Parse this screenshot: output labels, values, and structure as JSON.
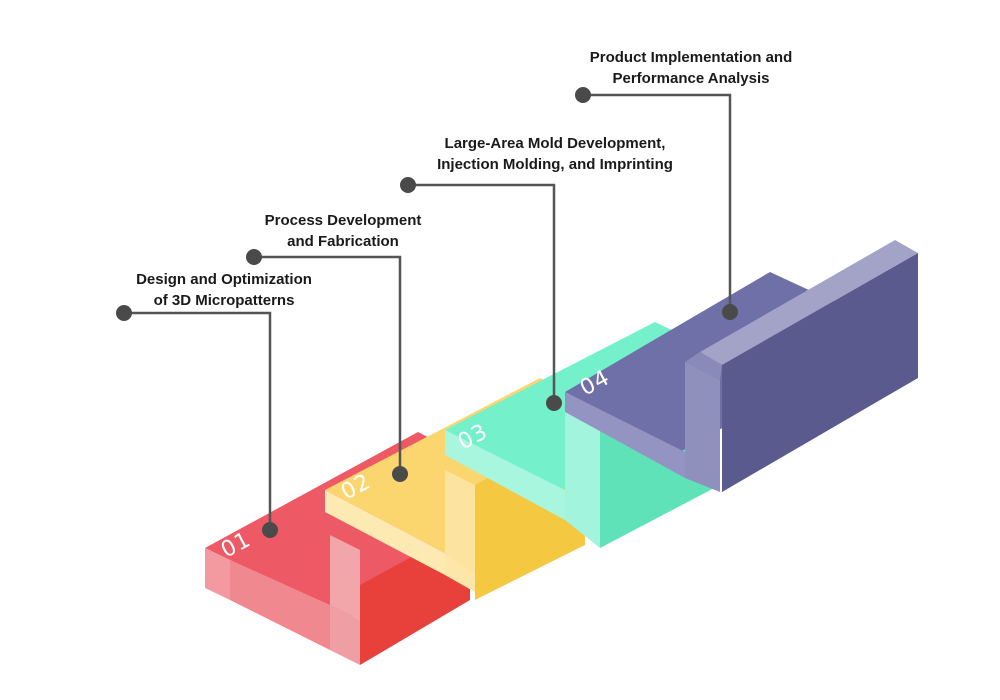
{
  "colors": {
    "step1": "#e94c5a",
    "step2": "#fbd46a",
    "step3": "#6ff0c9",
    "step4": "#6a6aa6",
    "connector": "#555555"
  },
  "steps": [
    {
      "number": "01",
      "line1": "Design and Optimization",
      "line2": "of 3D Micropatterns"
    },
    {
      "number": "02",
      "line1": "Process Development",
      "line2": "and Fabrication"
    },
    {
      "number": "03",
      "line1": "Large-Area Mold Development,",
      "line2": "Injection Molding, and Imprinting"
    },
    {
      "number": "04",
      "line1": "Product Implementation and",
      "line2": "Performance Analysis"
    }
  ]
}
